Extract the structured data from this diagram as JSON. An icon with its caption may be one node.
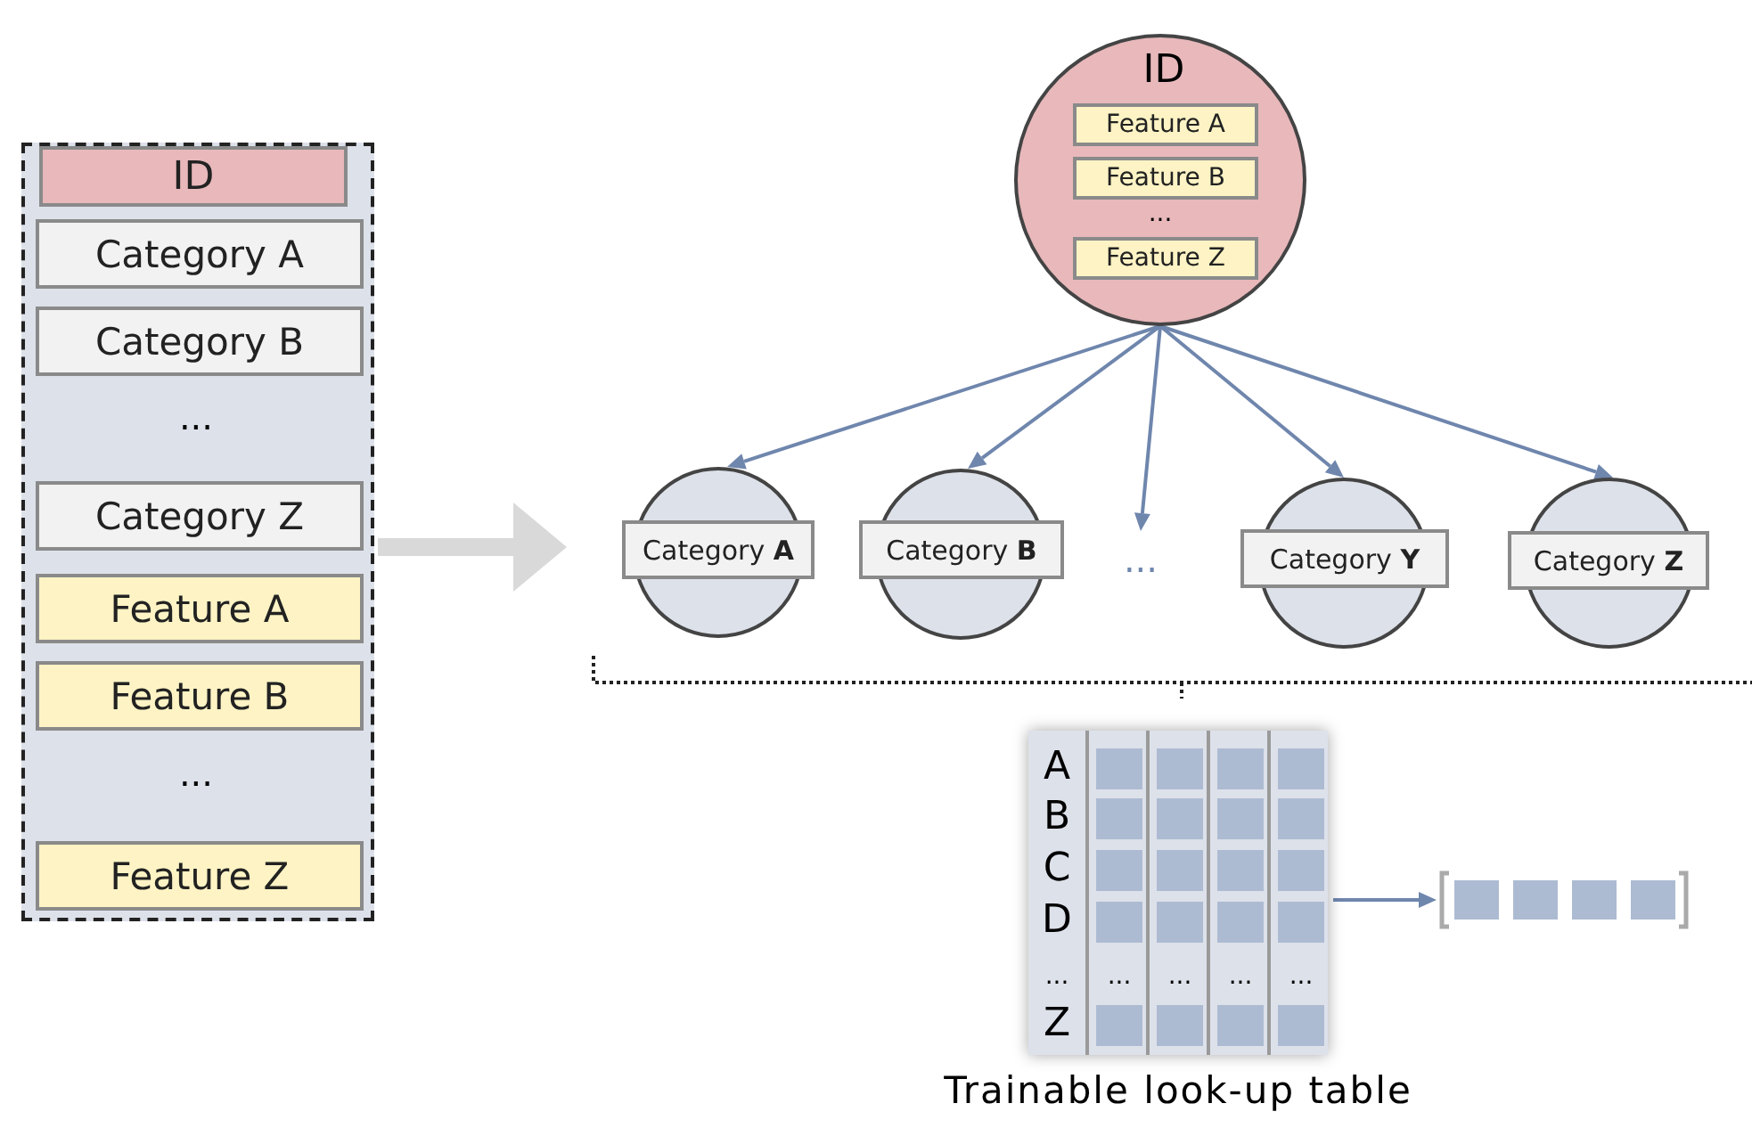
{
  "diagram": {
    "nodes": [
      {
        "text": [
          "ID"
        ]
      },
      {
        "text": [
          "Category A"
        ],
        "in": 0
      },
      {
        "text": [
          "Category B"
        ],
        "in": 0
      },
      {
        "text": [
          "Category Z"
        ],
        "in": 0
      },
      {
        "text": [
          "Feature A"
        ],
        "in": 0
      },
      {
        "text": [
          "Feature B"
        ],
        "in": 0
      },
      {
        "text": [
          "Feature Z"
        ],
        "in": 0
      },
      {
        "text": [
          "ID"
        ]
      },
      {
        "text": [
          "Feature A"
        ],
        "in": 7
      },
      {
        "text": [
          "Feature B"
        ],
        "in": 7
      },
      {
        "text": [
          "Feature Z"
        ],
        "in": 7
      },
      {
        "text": [
          "Category **A**"
        ]
      },
      {
        "text": [
          "Category **B**"
        ]
      },
      {
        "text": [
          "..."
        ]
      },
      {
        "text": [
          "Category **Y**"
        ]
      },
      {
        "text": [
          "Category **Z**"
        ]
      },
      {
        "text": [
          "A",
          "B",
          "C",
          "D",
          "...",
          "...",
          "...",
          "...",
          "...",
          "Z"
        ],
        "beside": [
          "Trainable look-up table"
        ]
      },
      {
        "text": [],
        "shape": "bar"
      }
    ],
    "edges": [
      {
        "from": 0,
        "to": null,
        "arrow": "to",
        "style": "thick",
        "color": "#d9d9d9"
      },
      {
        "from": 7,
        "to": 11,
        "arrow": "to"
      },
      {
        "from": 7,
        "to": 12,
        "arrow": "to"
      },
      {
        "from": 7,
        "to": 13,
        "arrow": "to"
      },
      {
        "from": 7,
        "to": 14,
        "arrow": "to"
      },
      {
        "from": 7,
        "to": 15,
        "arrow": "to"
      },
      {
        "from": 16,
        "to": 17,
        "arrow": "to"
      }
    ],
    "labels": [
      "...",
      "...",
      "..."
    ]
  }
}
